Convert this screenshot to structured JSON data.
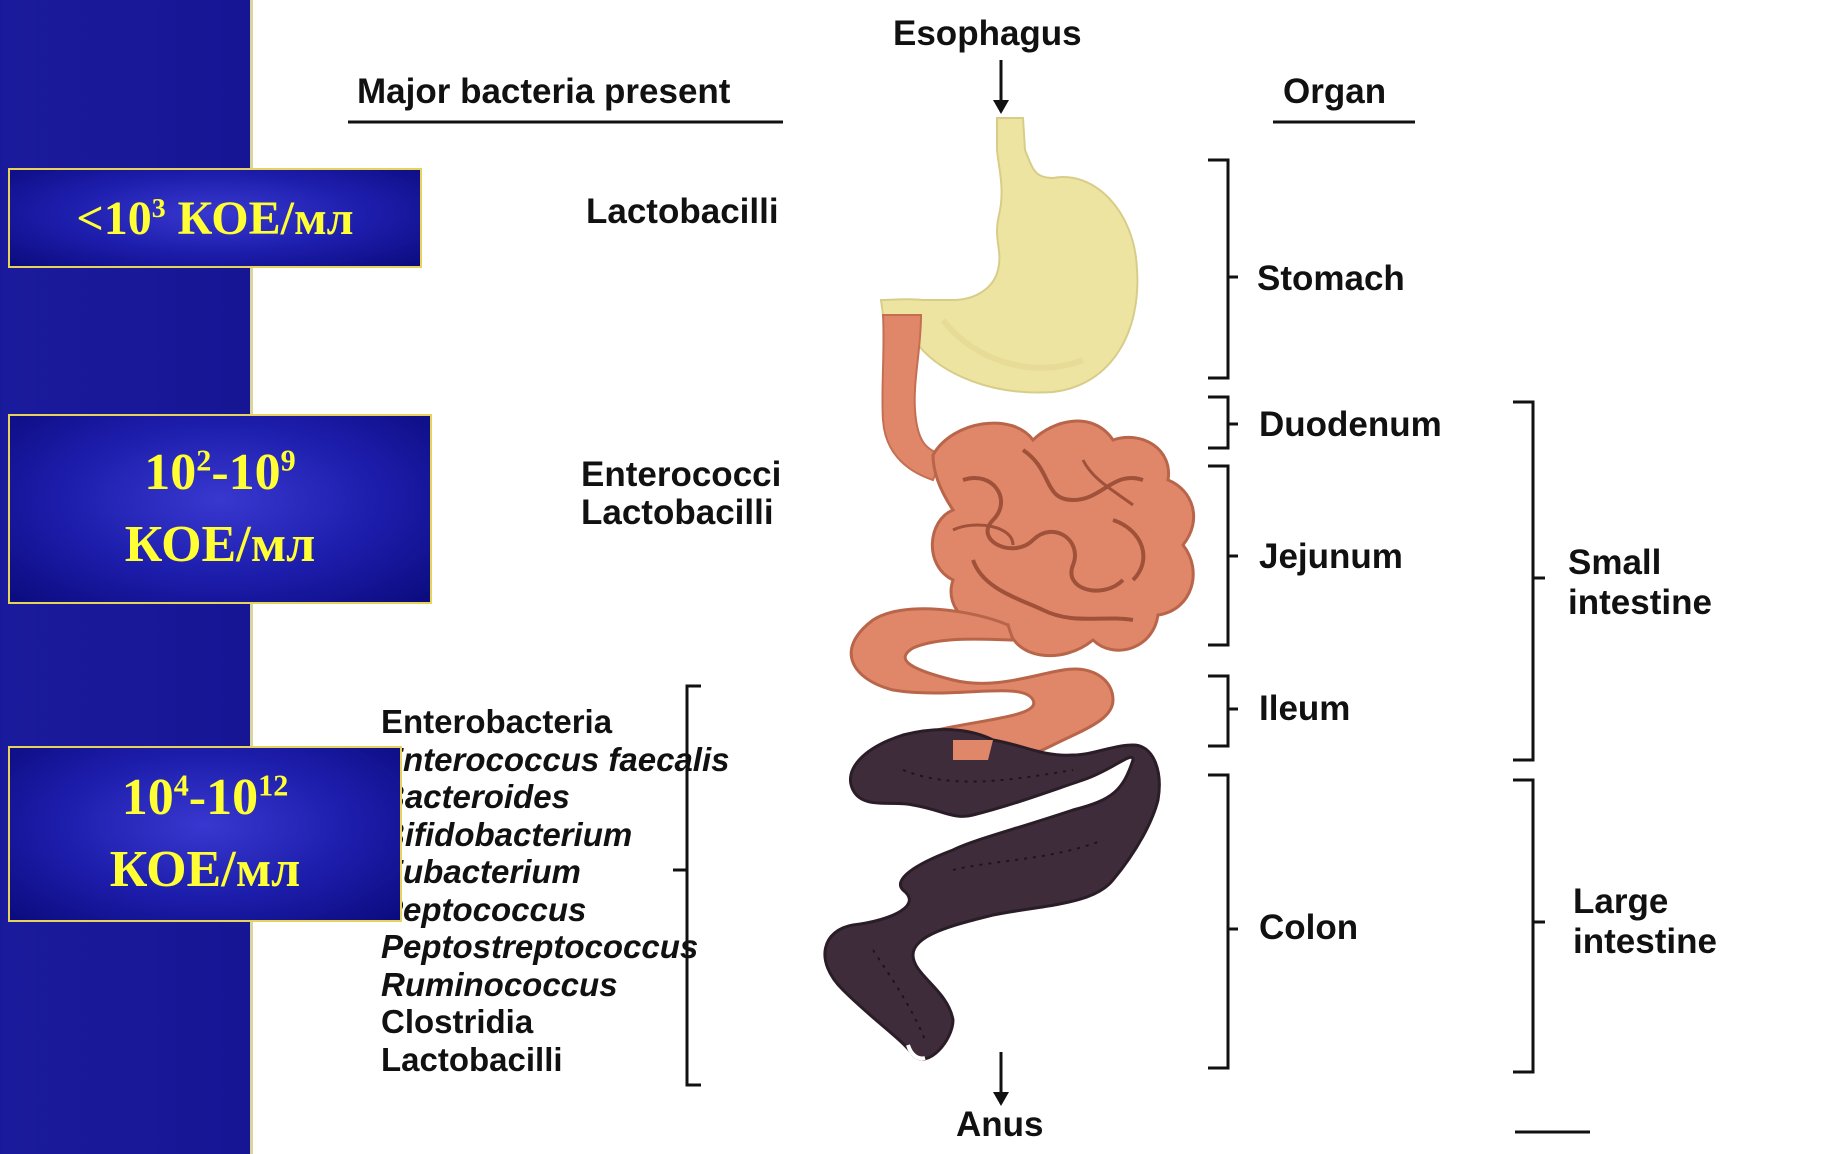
{
  "headers": {
    "bacteria": "Major bacteria present",
    "organ": "Organ"
  },
  "gi_tract": {
    "entry": "Esophagus",
    "exit": "Anus"
  },
  "bacteria_groups": {
    "stomach": [
      "Lactobacilli"
    ],
    "small_intestine": [
      "Enterococci",
      "Lactobacilli"
    ],
    "colon": [
      {
        "name": "Enterobacteria",
        "italic": false
      },
      {
        "name": "Enterococcus faecalis",
        "italic": true
      },
      {
        "name": "Bacteroides",
        "italic": true
      },
      {
        "name": "Bifidobacterium",
        "italic": true
      },
      {
        "name": "Eubacterium",
        "italic": true
      },
      {
        "name": "Peptococcus",
        "italic": true
      },
      {
        "name": "Peptostreptococcus",
        "italic": true
      },
      {
        "name": "Ruminococcus",
        "italic": true
      },
      {
        "name": "Clostridia",
        "italic": false
      },
      {
        "name": "Lactobacilli",
        "italic": false
      }
    ]
  },
  "organs": {
    "stomach": "Stomach",
    "duodenum": "Duodenum",
    "jejunum": "Jejunum",
    "ileum": "Ileum",
    "colon": "Colon",
    "small_intestine": [
      "Small",
      "intestine"
    ],
    "large_intestine": [
      "Large",
      "intestine"
    ]
  },
  "cfu_labels": [
    {
      "prefix": "<10",
      "sup": "3",
      "unit": "КОЕ/мл"
    },
    {
      "base1": "10",
      "sup1": "2",
      "base2": "-10",
      "sup2": "9",
      "unit": "КОЕ/мл"
    },
    {
      "base1": "10",
      "sup1": "4",
      "base2": "-10",
      "sup2": "12",
      "unit": "КОЕ/мл"
    }
  ],
  "colors": {
    "background": "#0e0e86",
    "label_text": "#ffff33",
    "stomach": "#eee4a2",
    "small_intestine": "#e0876a",
    "colon": "#3e2c3a"
  }
}
